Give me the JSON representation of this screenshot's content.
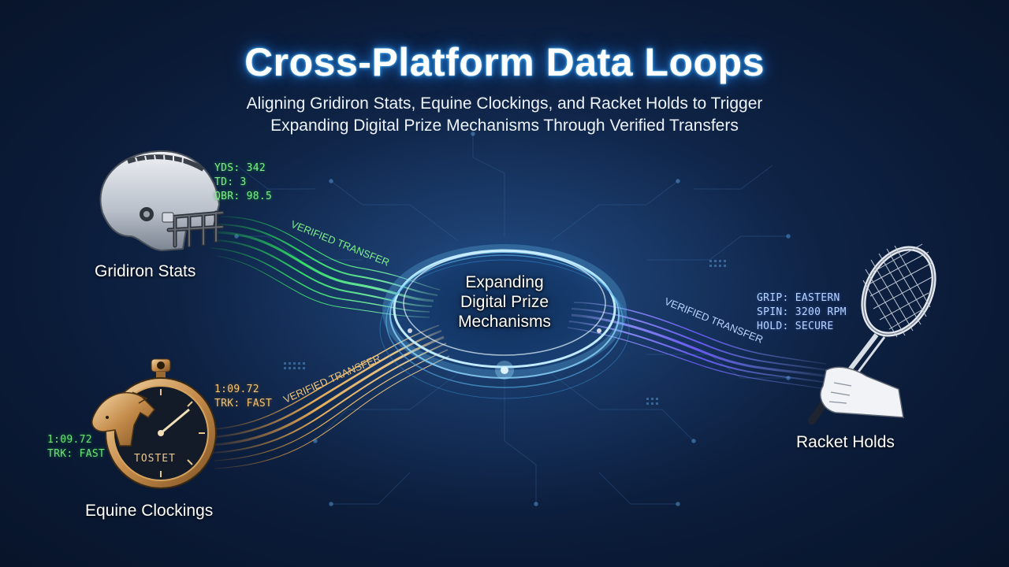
{
  "title": "Cross-Platform Data Loops",
  "subtitle_line1": "Aligning Gridiron Stats, Equine Clockings, and Racket Holds to Trigger",
  "subtitle_line2": "Expanding Digital Prize Mechanisms Through Verified Transfers",
  "hub": {
    "line1": "Expanding",
    "line2": "Digital Prize",
    "line3": "Mechanisms"
  },
  "gridiron": {
    "label": "Gridiron Stats",
    "stats": [
      "YDS: 342",
      "TD: 3",
      "QBR: 98.5"
    ],
    "icon": "football-helmet-icon",
    "stream_color": "#3ee36a"
  },
  "equine": {
    "label": "Equine Clockings",
    "stats_right": [
      "1:09.72",
      "TRK: FAST"
    ],
    "stats_left": [
      "1:09.72",
      "TRK: FAST"
    ],
    "watch_text": "TOSTET",
    "icon": "stopwatch-horse-icon",
    "stream_color": "#f0a84a"
  },
  "racket": {
    "label": "Racket Holds",
    "stats": [
      "GRIP: EASTERN",
      "SPIN: 3200 RPM",
      "HOLD: SECURE"
    ],
    "icon": "tennis-racket-icon",
    "stream_color": "#7a6bff"
  },
  "transfers": {
    "top_left": "VERIFIED TRANSFER",
    "bottom_left": "VERIFIED TRANSFER",
    "right": "VERIFIED TRANSFER"
  }
}
